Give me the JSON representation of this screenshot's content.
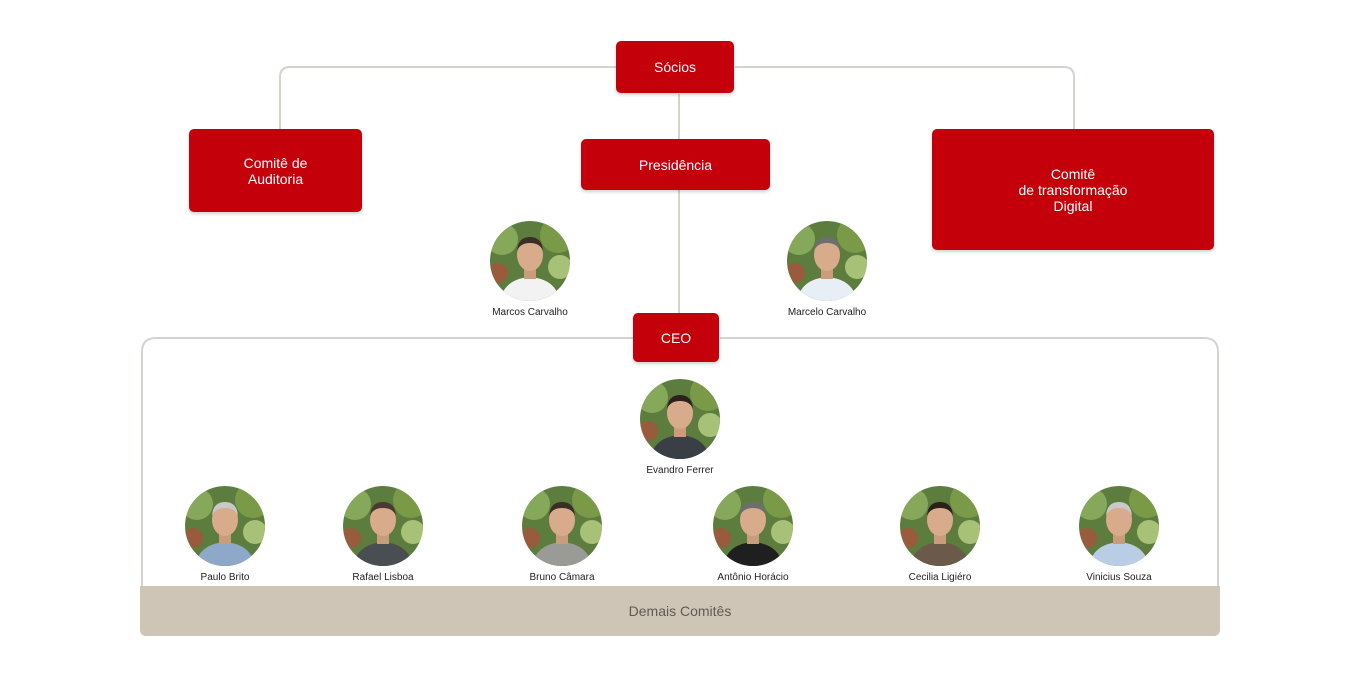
{
  "colors": {
    "box_red": "#c4000b",
    "connector": "#d6d2cd",
    "footer_bg": "#cfc5b6",
    "footer_text": "#5f5a52"
  },
  "boxes": {
    "socios": "Sócios",
    "comite_auditoria": "Comitê de\nAuditoria",
    "presidencia": "Presidência",
    "comite_digital": "Comitê\nde transformação\nDigital",
    "ceo": "CEO"
  },
  "people": {
    "presidencia": [
      {
        "name": "Marcos Carvalho",
        "icon": "person-photo"
      },
      {
        "name": "Marcelo Carvalho",
        "icon": "person-photo"
      }
    ],
    "ceo": {
      "name": "Evandro Ferrer",
      "icon": "person-photo"
    },
    "team": [
      {
        "name": "Paulo Brito",
        "icon": "person-photo"
      },
      {
        "name": "Rafael Lisboa",
        "icon": "person-photo"
      },
      {
        "name": "Bruno Câmara",
        "icon": "person-photo"
      },
      {
        "name": "Antônio Horácio",
        "icon": "person-photo"
      },
      {
        "name": "Cecilia Ligiéro",
        "icon": "person-photo"
      },
      {
        "name": "Vinicius Souza",
        "icon": "person-photo"
      }
    ]
  },
  "footer": {
    "label": "Demais Comitês"
  }
}
